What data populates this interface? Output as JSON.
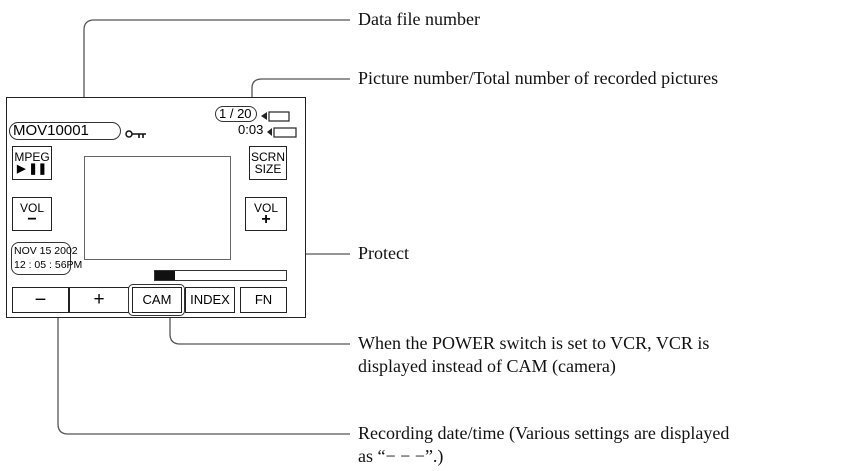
{
  "screen": {
    "picture_counter": "1 / 20",
    "file_number": "MOV10001",
    "remaining_time": "0:03",
    "mpeg_label": "MPEG",
    "play_pause_label": "▶ ❚❚",
    "scrn_label": "SCRN",
    "size_label": "SIZE",
    "vol_minus_label": "VOL",
    "vol_minus_sign": "−",
    "vol_plus_label": "VOL",
    "vol_plus_sign": "+",
    "date": "NOV 15 2002",
    "time": "12 : 05 : 56PM",
    "playback_progress": 0.15,
    "buttons": {
      "minus": "−",
      "plus": "+",
      "cam": "CAM",
      "index": "INDEX",
      "fn": "FN"
    }
  },
  "annotations": {
    "data_file_number": "Data file number",
    "picture_number": "Picture number/Total number of recorded pictures",
    "protect": "Protect",
    "power_line1": "When the POWER switch is set to VCR, VCR is",
    "power_line2": "displayed instead of CAM (camera)",
    "date_line1": "Recording date/time (Various settings are displayed",
    "date_line2": "as “− − −”.)"
  },
  "icons": [
    "protect-key-icon",
    "battery-icon",
    "tape-icon"
  ]
}
